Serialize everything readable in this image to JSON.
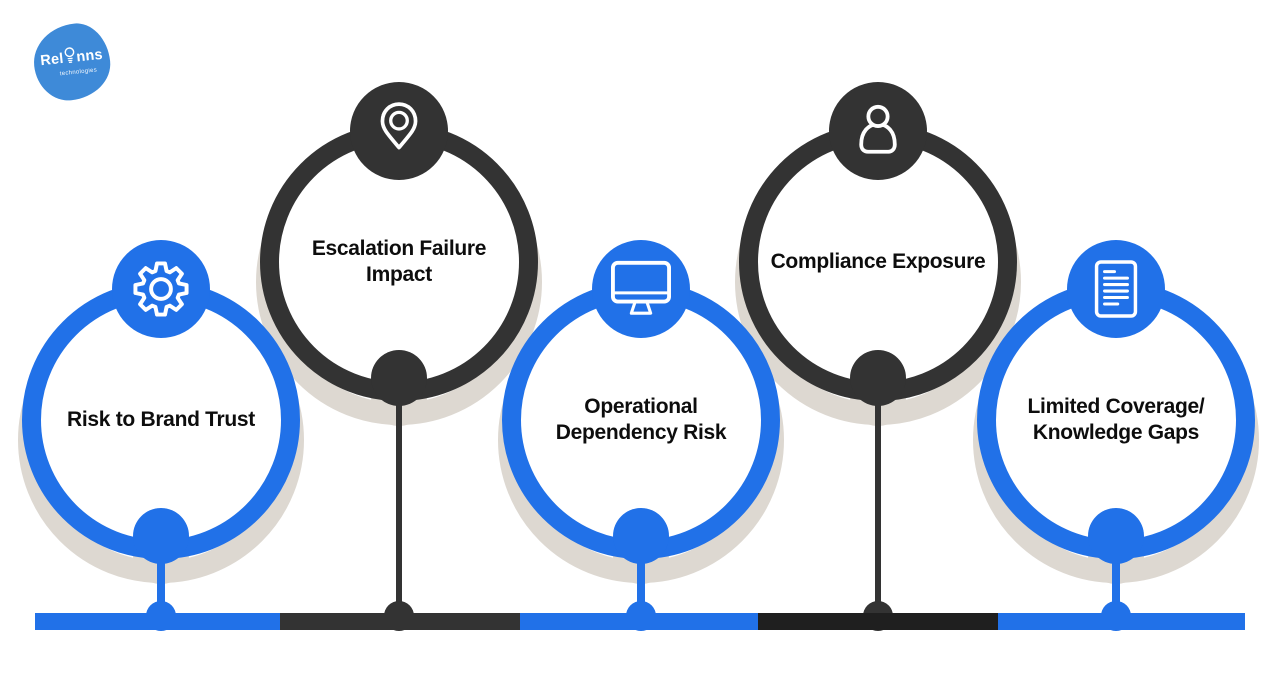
{
  "logo": {
    "text_prefix": "Rel",
    "text_suffix": "nns",
    "subtitle": "technologies",
    "icon": "lightbulb-icon",
    "color": "#3E8AD8"
  },
  "colors": {
    "blue": "#2171E8",
    "dark": "#333333",
    "dark_alt": "#1F1F1F",
    "shadow": "#DDD8D1",
    "label": "#0D0D0D"
  },
  "nodes": [
    {
      "label": "Risk to Brand Trust",
      "icon": "gear-icon",
      "color": "blue"
    },
    {
      "label": "Escalation Failure\nImpact",
      "icon": "location-pin-icon",
      "color": "dark"
    },
    {
      "label": "Operational\nDependency Risk",
      "icon": "monitor-icon",
      "color": "blue"
    },
    {
      "label": "Compliance Exposure",
      "icon": "person-icon",
      "color": "dark"
    },
    {
      "label": "Limited Coverage/\nKnowledge Gaps",
      "icon": "document-icon",
      "color": "blue"
    }
  ],
  "timeline": {
    "segment_colors": [
      "#2171E8",
      "#333333",
      "#2171E8",
      "#1F1F1F",
      "#2171E8"
    ]
  }
}
